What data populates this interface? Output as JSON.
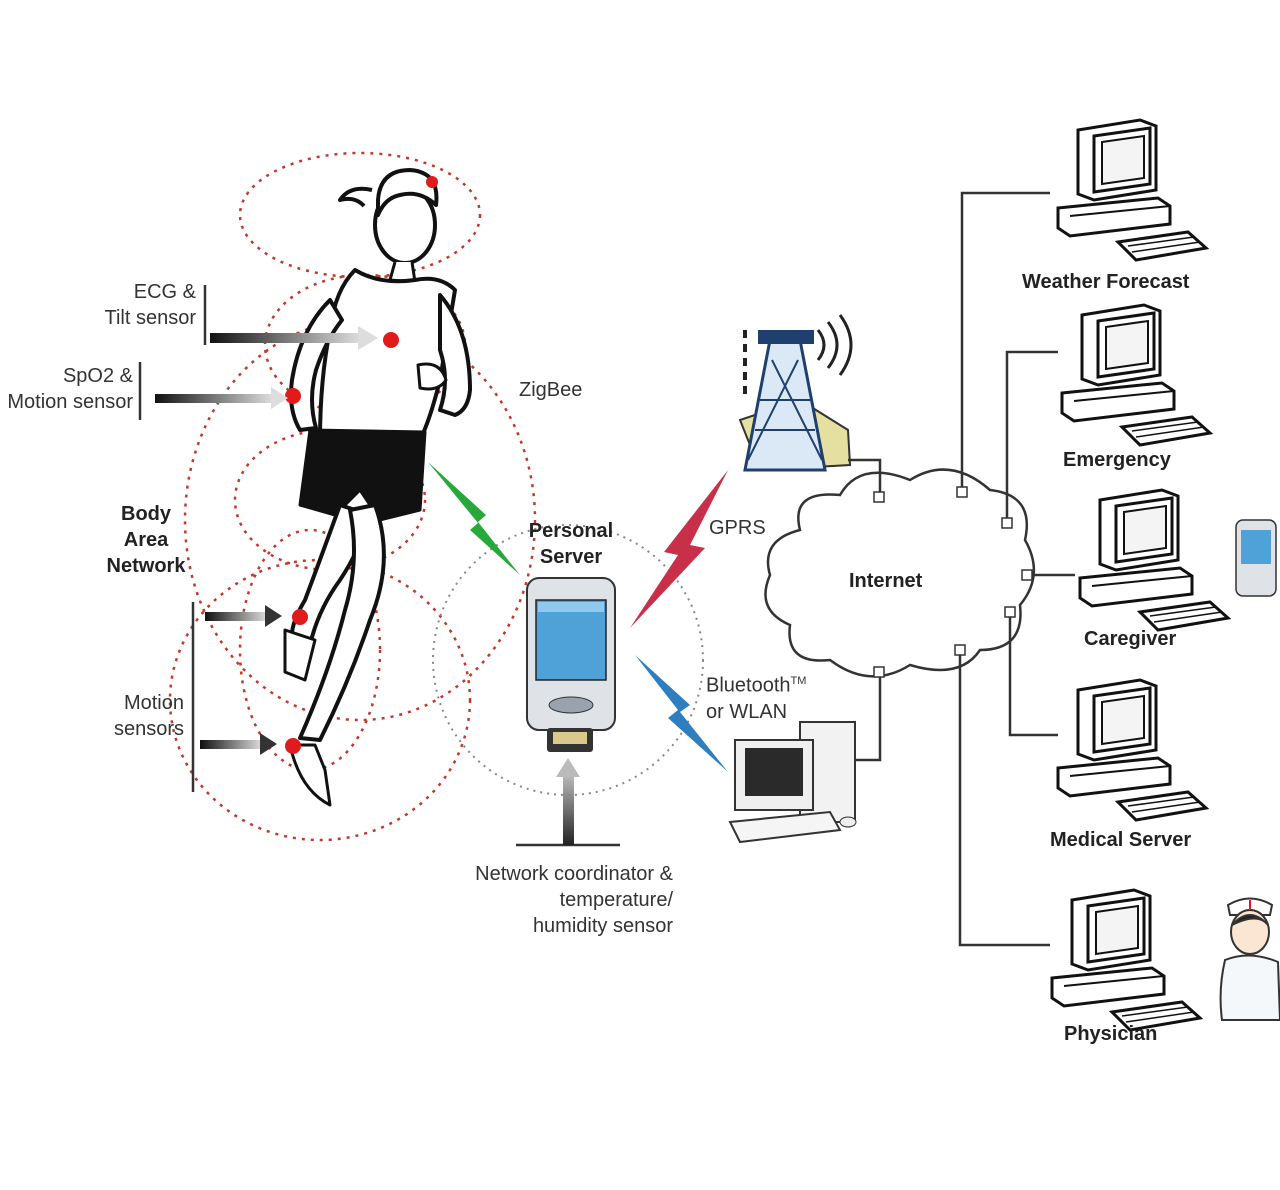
{
  "labels": {
    "ecg_line1": "ECG &",
    "ecg_line2": "Tilt sensor",
    "spo2_line1": "SpO2 &",
    "spo2_line2": "Motion sensor",
    "ban_line1": "Body",
    "ban_line2": "Area",
    "ban_line3": "Network",
    "motion_line1": "Motion",
    "motion_line2": "sensors",
    "zigbee": "ZigBee",
    "personal_line1": "Personal",
    "personal_line2": "Server",
    "gprs": "GPRS",
    "bt_line1": "Bluetooth",
    "bt_tm": "TM",
    "bt_line2": "or WLAN",
    "coord_line1": "Network coordinator &",
    "coord_line2": "temperature/",
    "coord_line3": "humidity sensor",
    "internet": "Internet",
    "weather": "Weather Forecast",
    "emergency": "Emergency",
    "caregiver": "Caregiver",
    "medical": "Medical Server",
    "physician": "Physician"
  },
  "colors": {
    "sensor_dot": "#e01b1b",
    "dotted_ring": "#c0392b",
    "zigbee_bolt": "#27a83a",
    "gprs_bolt": "#c8304a",
    "bluetooth_bolt": "#2e7fc0",
    "line": "#333333"
  }
}
